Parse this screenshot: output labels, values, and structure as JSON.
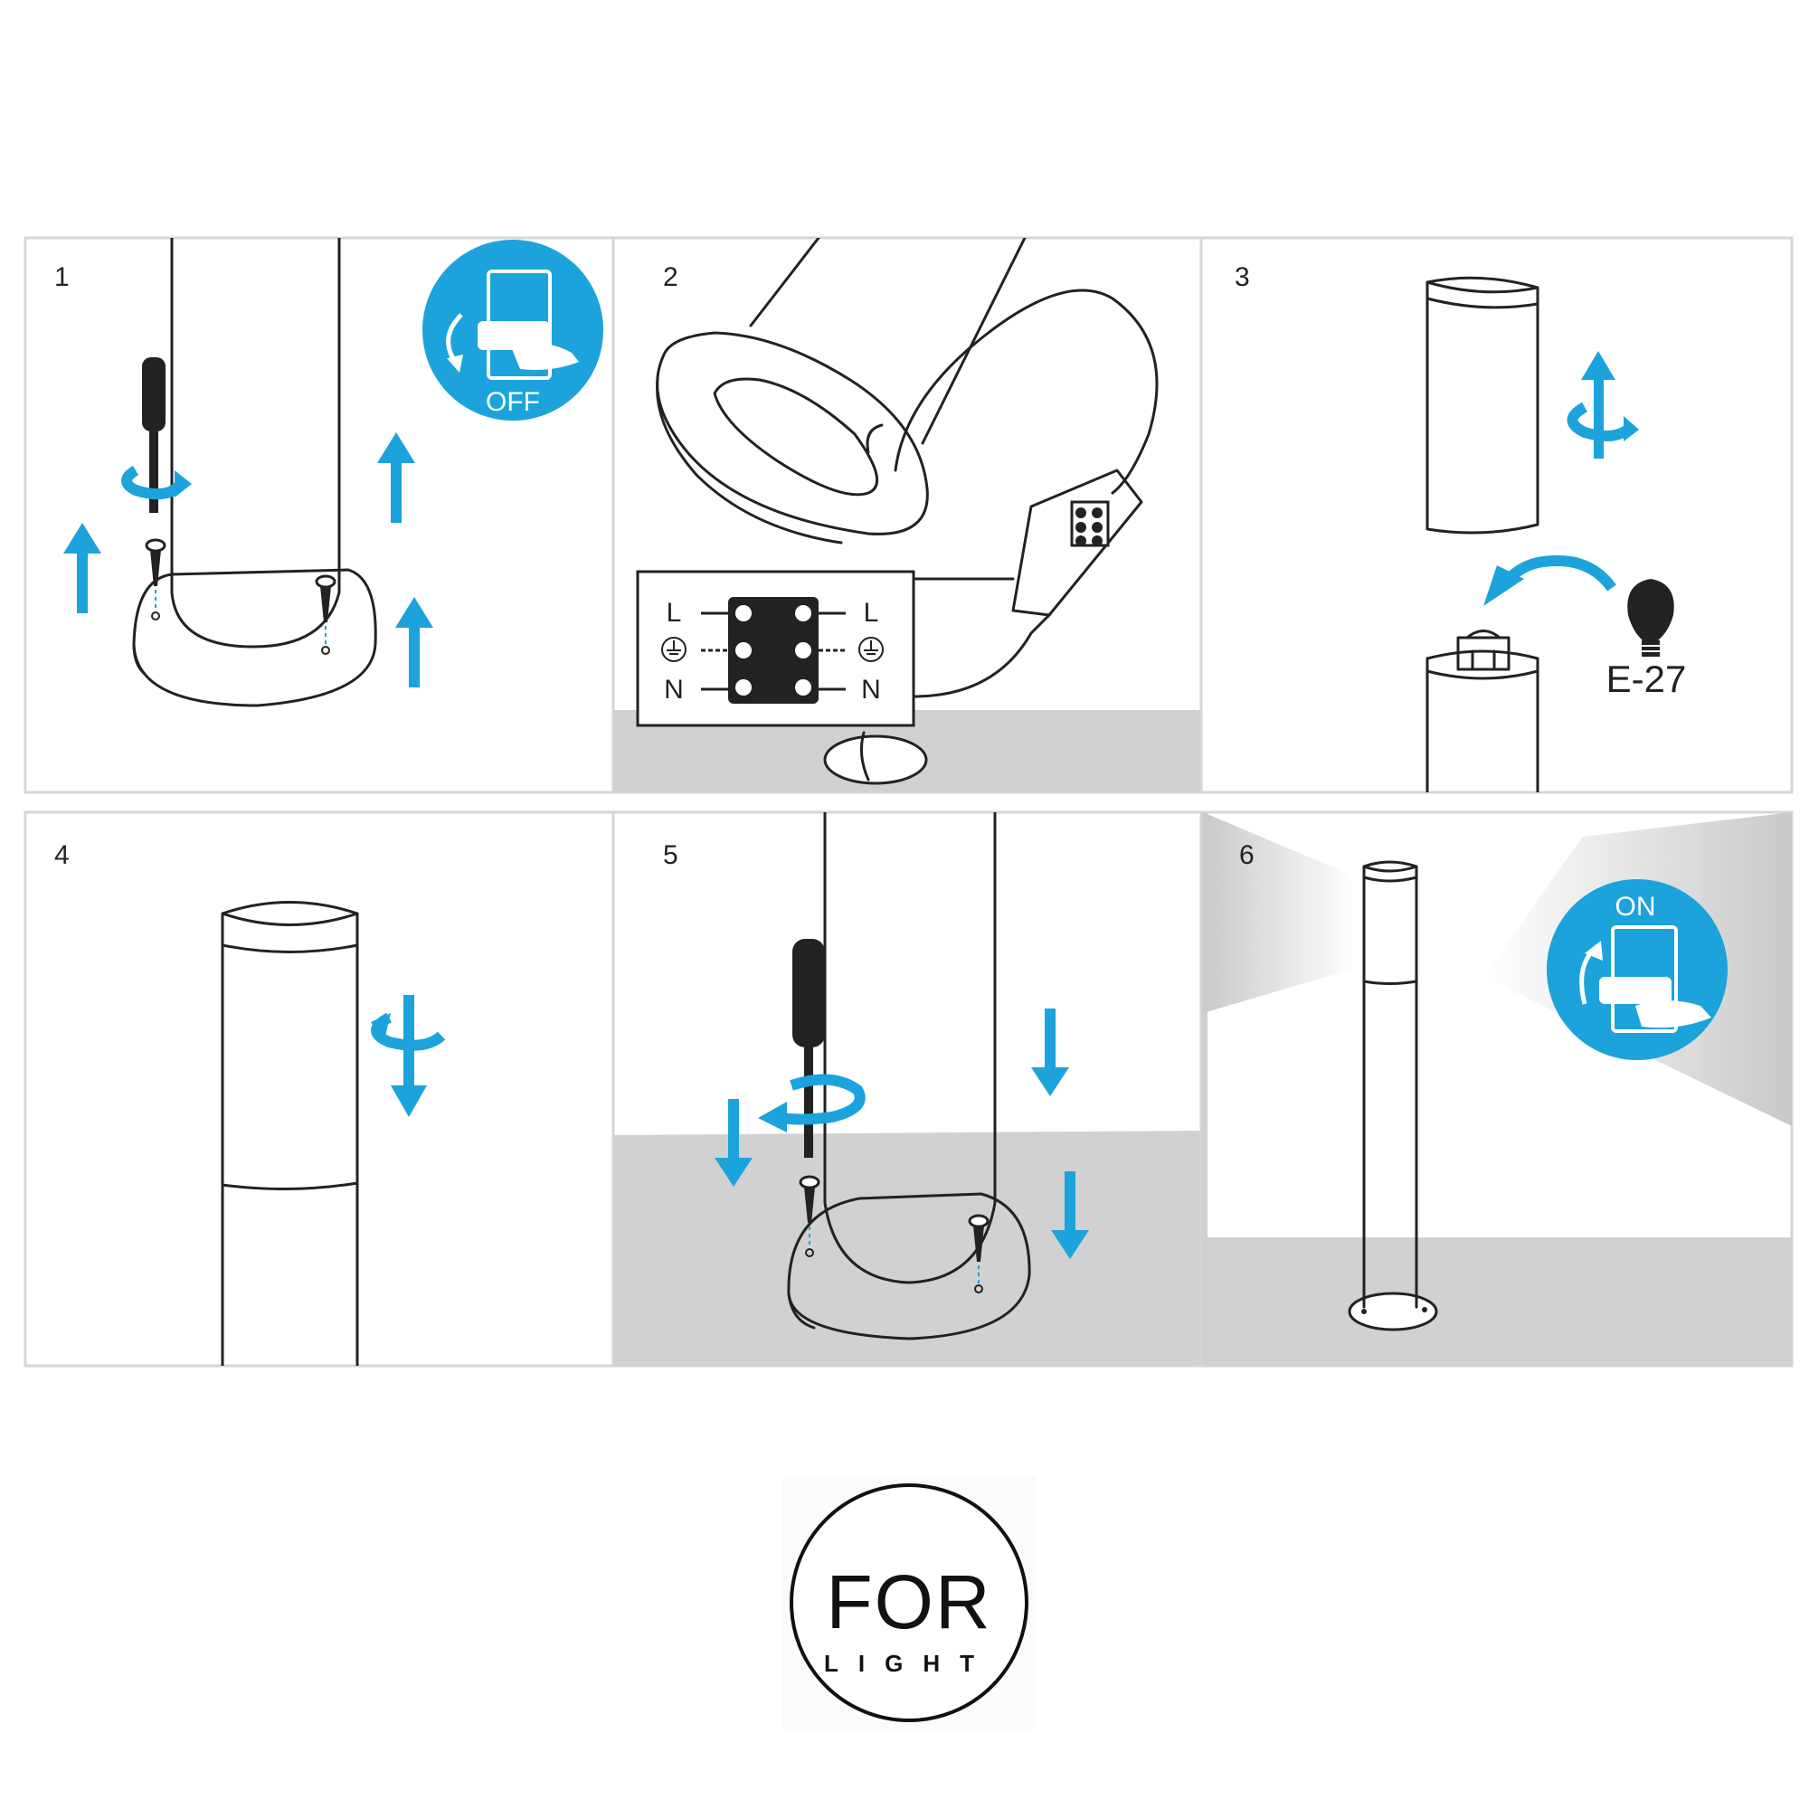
{
  "colors": {
    "accent": "#1ca3dc",
    "floor": "#d1d1d1",
    "line": "#222222"
  },
  "steps": [
    {
      "number": "1",
      "switch_label": "OFF"
    },
    {
      "number": "2",
      "wiring": {
        "left": [
          "L",
          "N"
        ],
        "right": [
          "L",
          "N"
        ]
      }
    },
    {
      "number": "3",
      "bulb_label": "E-27"
    },
    {
      "number": "4"
    },
    {
      "number": "5"
    },
    {
      "number": "6",
      "switch_label": "ON"
    }
  ],
  "brand": {
    "logo_top": "FOR",
    "logo_bottom": "LIGHT"
  }
}
